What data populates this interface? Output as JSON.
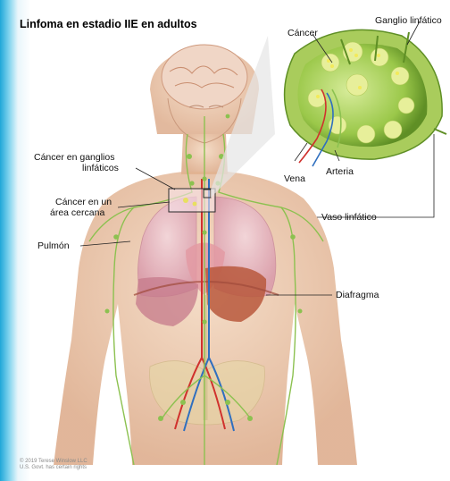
{
  "title": "Linfoma en estadio IIE en adultos",
  "labels": {
    "ganglio": "Ganglio linfático",
    "cancer_node": "Cáncer",
    "arteria": "Arteria",
    "vena": "Vena",
    "cancer_ganglios_1": "Cáncer en ganglios",
    "cancer_ganglios_2": "linfáticos",
    "cancer_area_1": "Cáncer en un",
    "cancer_area_2": "área cercana",
    "vaso": "Vaso linfático",
    "pulmon": "Pulmón",
    "diafragma": "Diafragma"
  },
  "copyright": {
    "line1": "© 2019 Terese Winslow LLC",
    "line2": "U.S. Govt. has certain rights"
  },
  "colors": {
    "skin": "#e9bf9c",
    "node_green": "#7fb33a",
    "lymph_vessel": "#8cc150",
    "artery": "#d0312d",
    "vein": "#2f6fbf",
    "lung": "#e7b9c6",
    "liver": "#b8583c",
    "brain": "#f0d6c6",
    "inset_box": "#2a2a2a"
  }
}
